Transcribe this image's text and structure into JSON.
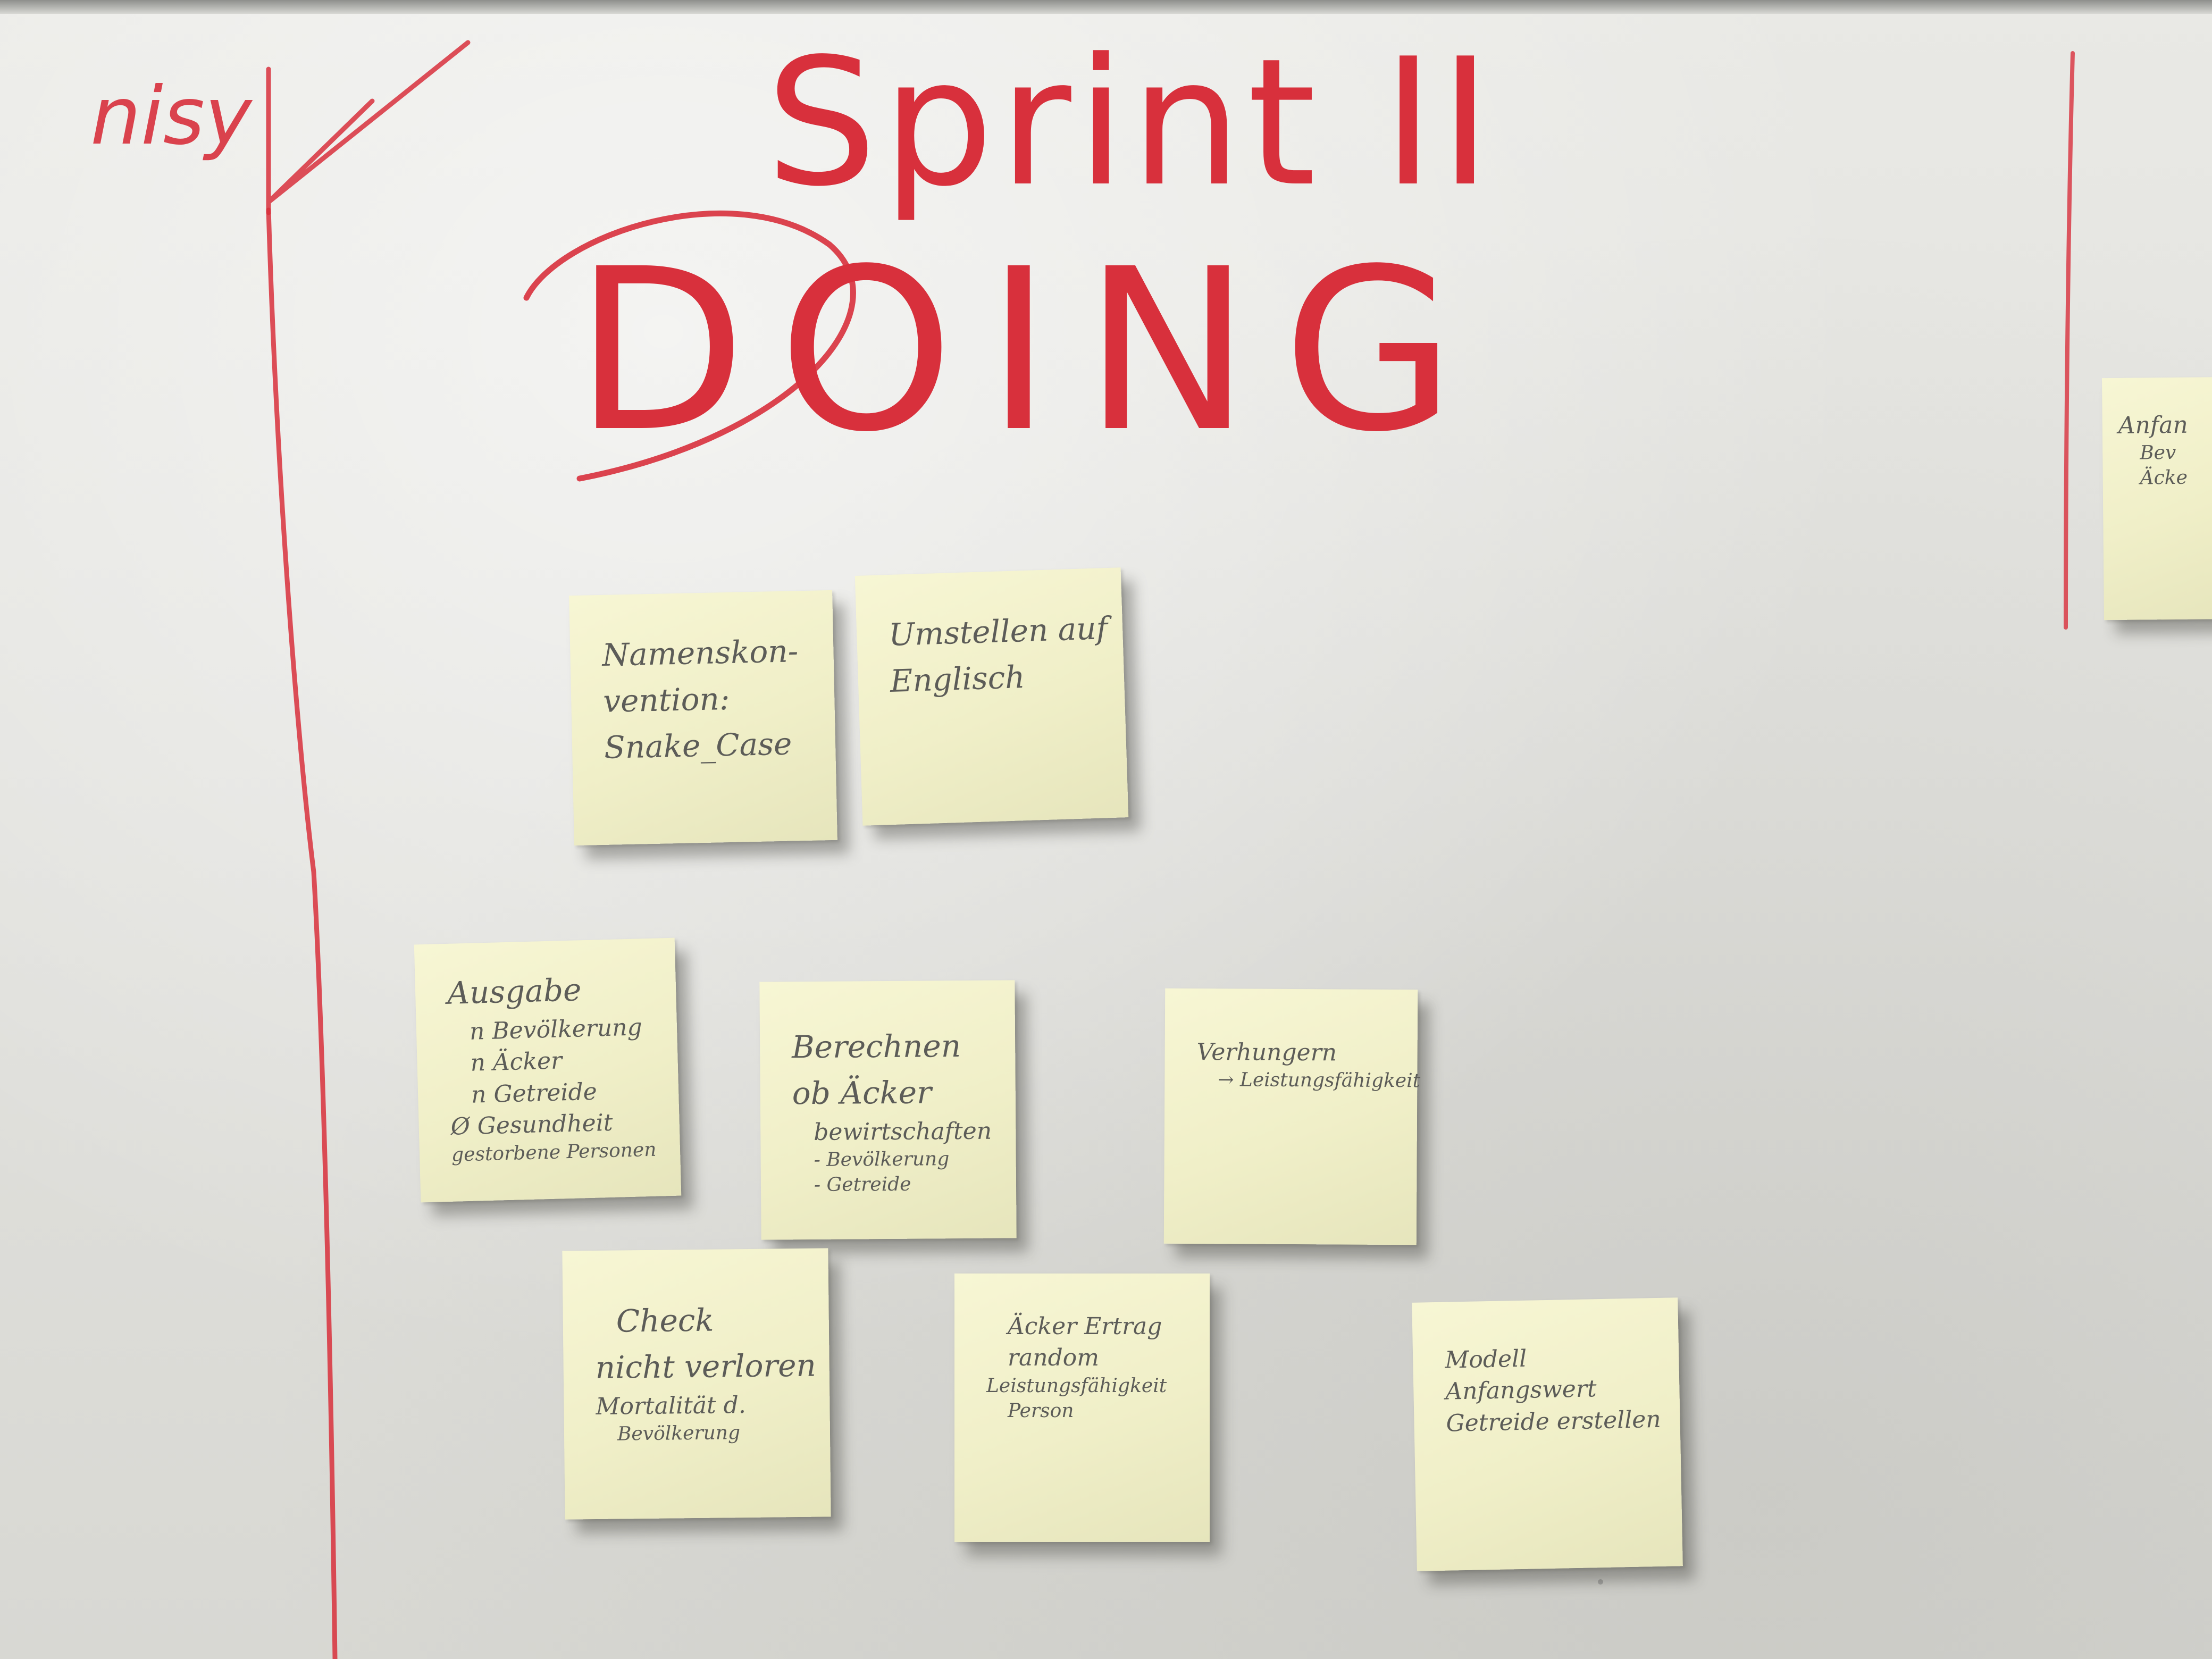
{
  "board": {
    "left_fragment": "nisy",
    "title": "Sprint II",
    "column_heading": "DOING"
  },
  "colors": {
    "marker_red": "#d8303c",
    "sticky_yellow": "#f2f1c8",
    "board_white": "#e4e4e0"
  },
  "notes": [
    {
      "id": "naming",
      "lines": [
        "Namenskon-",
        "vention:",
        "Snake_Case"
      ]
    },
    {
      "id": "english",
      "lines": [
        "Umstellen auf",
        "Englisch"
      ]
    },
    {
      "id": "output",
      "lines": [
        "Ausgabe",
        "n Bevölkerung",
        "n Äcker",
        "n Getreide",
        "Ø Gesundheit",
        "gestorbene Personen"
      ]
    },
    {
      "id": "calculate",
      "lines": [
        "Berechnen",
        "ob Äcker",
        "bewirtschaften",
        "- Bevölkerung",
        "- Getreide"
      ]
    },
    {
      "id": "starve",
      "lines": [
        "Verhungern",
        "→ Leistungsfähigkeit"
      ]
    },
    {
      "id": "check",
      "lines": [
        "Check",
        "nicht verloren",
        "Mortalität d.",
        "Bevölkerung"
      ]
    },
    {
      "id": "yield",
      "lines": [
        "Äcker Ertrag",
        "random",
        "Leistungsfähigkeit",
        "Person"
      ]
    },
    {
      "id": "model",
      "lines": [
        "Modell",
        "Anfangswert",
        "Getreide erstellen"
      ]
    },
    {
      "id": "partial",
      "lines": [
        "Anfan",
        "Bev",
        "Äcke"
      ]
    }
  ]
}
